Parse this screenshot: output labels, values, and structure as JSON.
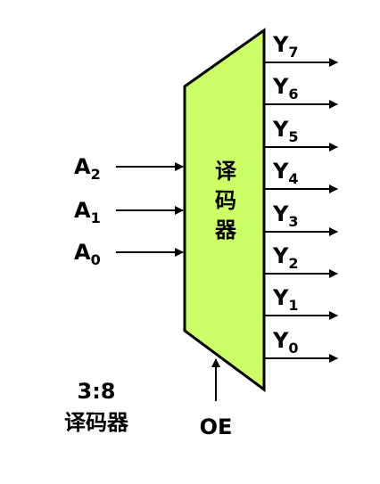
{
  "decoder": {
    "name_chars": [
      "译",
      "码",
      "器"
    ],
    "body_color": "#ccff66",
    "stroke_color": "#000000"
  },
  "inputs": [
    {
      "letter": "A",
      "sub": "2"
    },
    {
      "letter": "A",
      "sub": "1"
    },
    {
      "letter": "A",
      "sub": "0"
    }
  ],
  "outputs": [
    {
      "letter": "Y",
      "sub": "7"
    },
    {
      "letter": "Y",
      "sub": "6"
    },
    {
      "letter": "Y",
      "sub": "5"
    },
    {
      "letter": "Y",
      "sub": "4"
    },
    {
      "letter": "Y",
      "sub": "3"
    },
    {
      "letter": "Y",
      "sub": "2"
    },
    {
      "letter": "Y",
      "sub": "1"
    },
    {
      "letter": "Y",
      "sub": "0"
    }
  ],
  "enable": {
    "label": "OE"
  },
  "caption": {
    "ratio": "3:8",
    "name": "译码器"
  }
}
